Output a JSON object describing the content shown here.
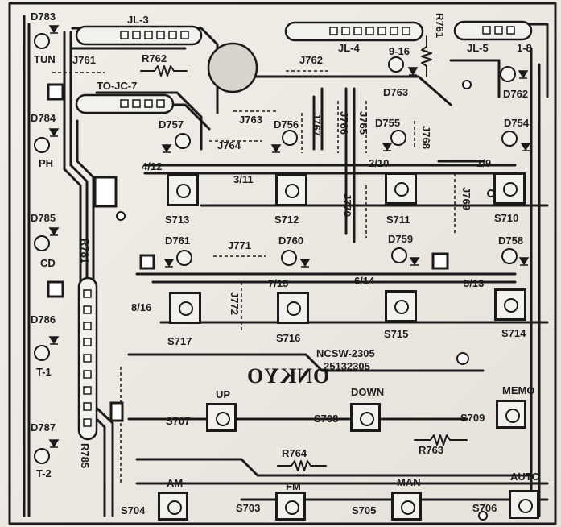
{
  "board": {
    "model": "NCSW-2305",
    "part_number": "25132305",
    "brand_logo": "ONKYO"
  },
  "connectors": [
    {
      "id": "jl3",
      "label": "JL-3"
    },
    {
      "id": "jl4",
      "label": "JL-4"
    },
    {
      "id": "jl5",
      "label": "JL-5"
    },
    {
      "id": "to-jc7",
      "label": "TO-JC-7"
    }
  ],
  "resistors": [
    "R761",
    "R762",
    "R763",
    "R764",
    "R781",
    "R785"
  ],
  "jumpers": [
    "J761",
    "J762",
    "J763",
    "J764",
    "J765",
    "J766",
    "J767",
    "J768",
    "J769",
    "J770",
    "J771",
    "J772"
  ],
  "leds": [
    {
      "ref": "D783",
      "func": "TUN"
    },
    {
      "ref": "D784",
      "func": "PH"
    },
    {
      "ref": "D785",
      "func": "CD"
    },
    {
      "ref": "D786",
      "func": "T-1"
    },
    {
      "ref": "D787",
      "func": "T-2"
    },
    {
      "ref": "D762",
      "func": "1-8"
    },
    {
      "ref": "D763",
      "func": "9-16"
    },
    {
      "ref": "D754",
      "func": ""
    },
    {
      "ref": "D755",
      "func": ""
    },
    {
      "ref": "D756",
      "func": ""
    },
    {
      "ref": "D757",
      "func": ""
    },
    {
      "ref": "D758",
      "func": ""
    },
    {
      "ref": "D759",
      "func": ""
    },
    {
      "ref": "D760",
      "func": ""
    },
    {
      "ref": "D761",
      "func": ""
    }
  ],
  "switches": [
    {
      "ref": "S713",
      "preset": "4/12"
    },
    {
      "ref": "S712",
      "preset": "3/11"
    },
    {
      "ref": "S711",
      "preset": "2/10"
    },
    {
      "ref": "S710",
      "preset": "1/9"
    },
    {
      "ref": "S717",
      "preset": "8/16"
    },
    {
      "ref": "S716",
      "preset": "7/15"
    },
    {
      "ref": "S715",
      "preset": "6/14"
    },
    {
      "ref": "S714",
      "preset": "5/13"
    },
    {
      "ref": "S707",
      "preset": "UP"
    },
    {
      "ref": "S708",
      "preset": "DOWN"
    },
    {
      "ref": "S709",
      "preset": "MEMO"
    },
    {
      "ref": "S704",
      "preset": "AM"
    },
    {
      "ref": "S703",
      "preset": "FM"
    },
    {
      "ref": "S705",
      "preset": "MAN"
    },
    {
      "ref": "S706",
      "preset": "AUTO"
    }
  ],
  "colors": {
    "trace": "#1a1a1a",
    "board": "#ece9e3",
    "pad": "#ffffff"
  }
}
